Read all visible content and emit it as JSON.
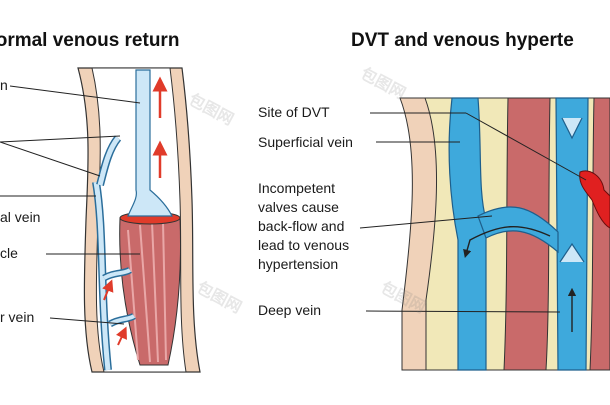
{
  "titles": {
    "left": "Normal venous return",
    "right": "DVT and venous hyperte"
  },
  "left_labels": {
    "l1": "n",
    "l3": "al vein",
    "l4": "cle",
    "l5": "r vein"
  },
  "right_labels": {
    "site": "Site of DVT",
    "superficial": "Superficial vein",
    "incompetent": [
      "Incompetent",
      "valves cause",
      "back-flow and",
      "lead to venous",
      "hypertension"
    ],
    "deep": "Deep vein"
  },
  "watermark": {
    "mark": "包图网"
  },
  "colors": {
    "skin": "#f0d2b9",
    "fat": "#f1e8b8",
    "muscle": "#c96a6a",
    "vein_light": "#cde7f7",
    "vein_blue": "#3ea9dc",
    "clot": "#e02020",
    "arrow": "#e03b2a"
  }
}
